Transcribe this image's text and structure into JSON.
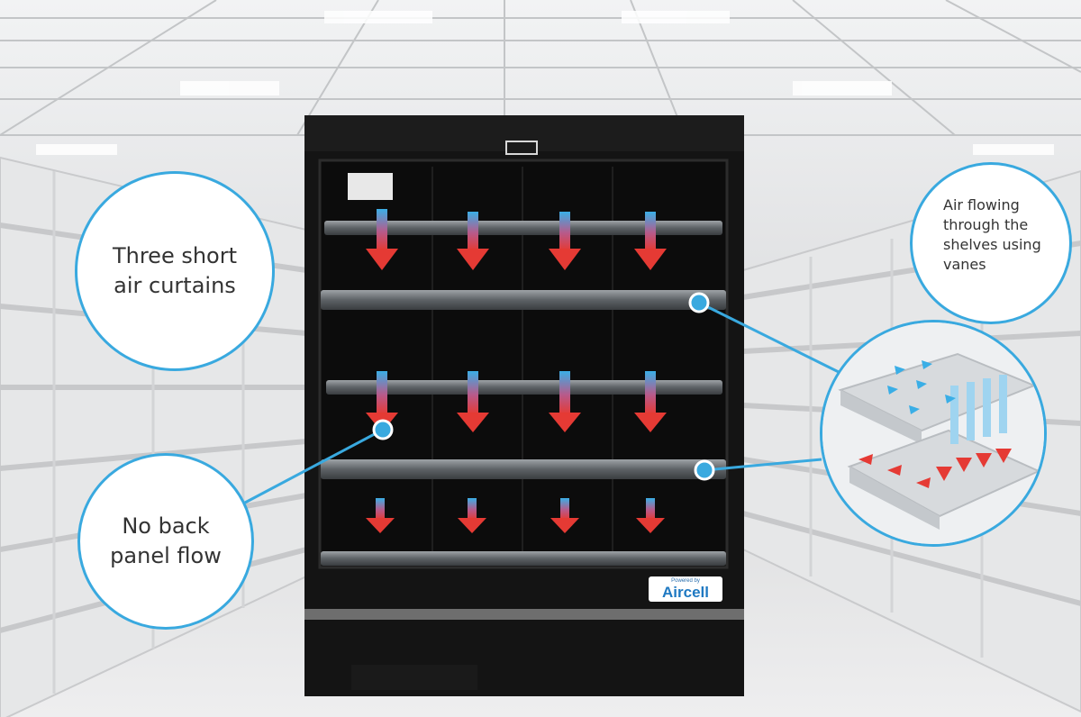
{
  "labels": {
    "curtains": "Three short\nair curtains",
    "no_back_panel": "No back\npanel flow",
    "vanes": "Air flowing\nthrough the\nshelves using\nvanes"
  },
  "logo": {
    "small_text": "Powered by",
    "brand": "Aircell"
  },
  "icons": [
    "air-flow-arrow-icon",
    "pointer-dot-icon"
  ],
  "colors": {
    "accent_blue": "#39a9df",
    "arrow_red": "#e53a34",
    "arrow_blue": "#3aaee6",
    "cabinet": "#141414",
    "bubble_fill": "#ffffff"
  }
}
